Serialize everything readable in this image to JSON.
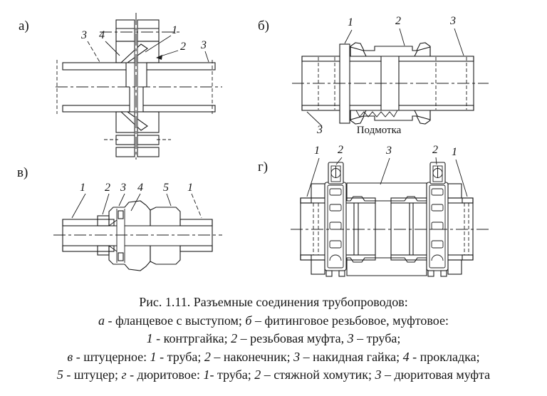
{
  "figure": {
    "colors": {
      "ink": "#1b1b1b",
      "paper": "#ffffff"
    },
    "panels": {
      "a": {
        "letter": "а)",
        "callouts": {
          "n3l": "3",
          "n4": "4",
          "n1": "1",
          "n2": "2",
          "n3r": "3"
        }
      },
      "b": {
        "letter": "б)",
        "callouts": {
          "n1": "1",
          "n2": "2",
          "n3r": "3",
          "n3b": "3"
        },
        "annotation": "Подмотка"
      },
      "v": {
        "letter": "в)",
        "callouts": {
          "n1l": "1",
          "n2": "2",
          "n3": "3",
          "n4": "4",
          "n5": "5",
          "n1r": "1"
        }
      },
      "g": {
        "letter": "г)",
        "callouts": {
          "n1l": "1",
          "n2l": "2",
          "n3": "3",
          "n2r": "2",
          "n1r": "1"
        }
      }
    },
    "caption": {
      "lines": [
        [
          {
            "t": "Рис. 1.11. Разъемные соединения трубопроводов:",
            "i": 0
          }
        ],
        [
          {
            "t": "а",
            "i": 1
          },
          {
            "t": " - фланцевое с выступом; ",
            "i": 0
          },
          {
            "t": "б",
            "i": 1
          },
          {
            "t": " – фитинговое резьбовое, муфтовое:",
            "i": 0
          }
        ],
        [
          {
            "t": "1",
            "i": 1
          },
          {
            "t": " - контргайка; ",
            "i": 0
          },
          {
            "t": "2",
            "i": 1
          },
          {
            "t": " – резьбовая муфта, ",
            "i": 0
          },
          {
            "t": "3",
            "i": 1
          },
          {
            "t": " – труба;",
            "i": 0
          }
        ],
        [
          {
            "t": "в",
            "i": 1
          },
          {
            "t": " - штуцерное: ",
            "i": 0
          },
          {
            "t": "1",
            "i": 1
          },
          {
            "t": " - труба; ",
            "i": 0
          },
          {
            "t": "2",
            "i": 1
          },
          {
            "t": " – наконечник; ",
            "i": 0
          },
          {
            "t": "3",
            "i": 1
          },
          {
            "t": " – накидная гайка; ",
            "i": 0
          },
          {
            "t": "4",
            "i": 1
          },
          {
            "t": " - прокладка;",
            "i": 0
          }
        ],
        [
          {
            "t": "5",
            "i": 1
          },
          {
            "t": " - штуцер; ",
            "i": 0
          },
          {
            "t": "г",
            "i": 1
          },
          {
            "t": " - дюритовое: ",
            "i": 0
          },
          {
            "t": "1",
            "i": 1
          },
          {
            "t": "- труба; ",
            "i": 0
          },
          {
            "t": "2",
            "i": 1
          },
          {
            "t": " – стяжной хомутик; ",
            "i": 0
          },
          {
            "t": "3",
            "i": 1
          },
          {
            "t": " – дюритовая муфта",
            "i": 0
          }
        ]
      ]
    }
  }
}
